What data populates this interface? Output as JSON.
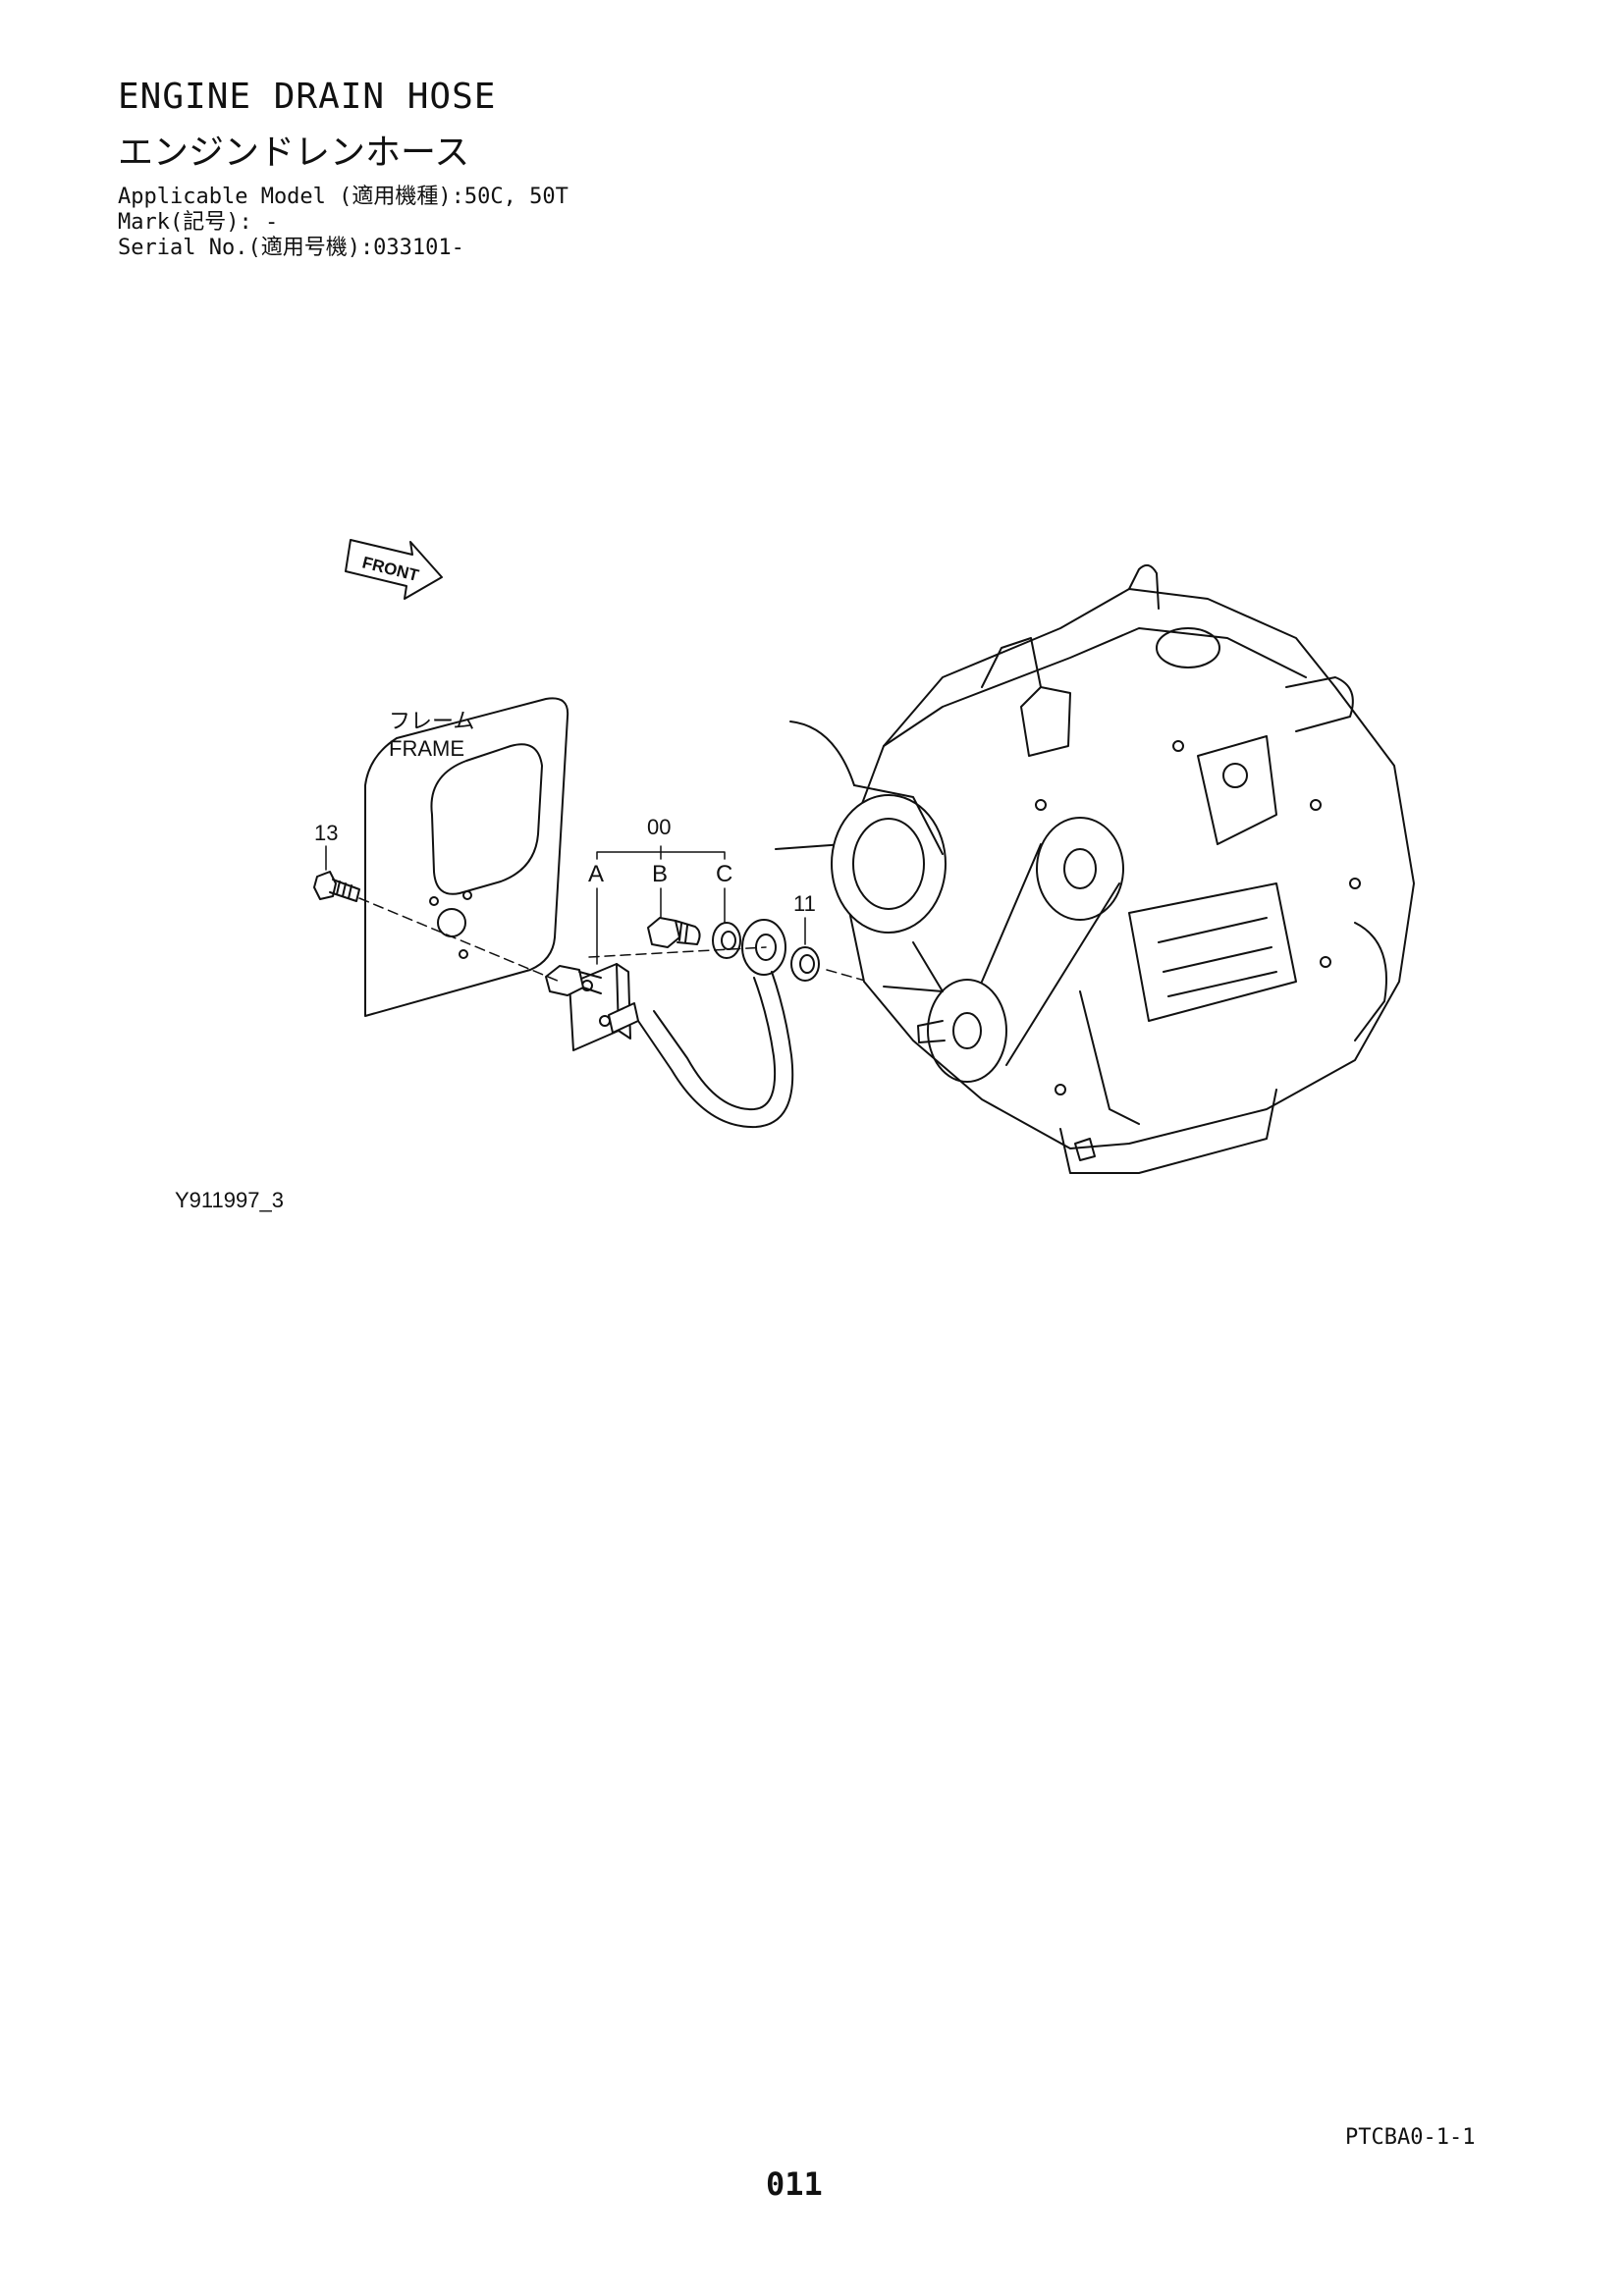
{
  "header": {
    "title_en": "ENGINE DRAIN HOSE",
    "title_ja": "エンジンドレンホース",
    "applicable_model": "Applicable Model (適用機種):50C, 50T",
    "mark": "Mark(記号): -",
    "serial_no": "Serial No.(適用号機):033101-"
  },
  "diagram": {
    "front_label": "FRONT",
    "frame_label_ja": "フレーム",
    "frame_label_en": "FRAME",
    "callouts": {
      "c13": "13",
      "c00": "00",
      "cA": "A",
      "cB": "B",
      "cC": "C",
      "c11": "11"
    },
    "drawing_code": "Y911997_3"
  },
  "footer": {
    "sheet_ref": "PTCBA0-1-1",
    "page_number": "011"
  }
}
